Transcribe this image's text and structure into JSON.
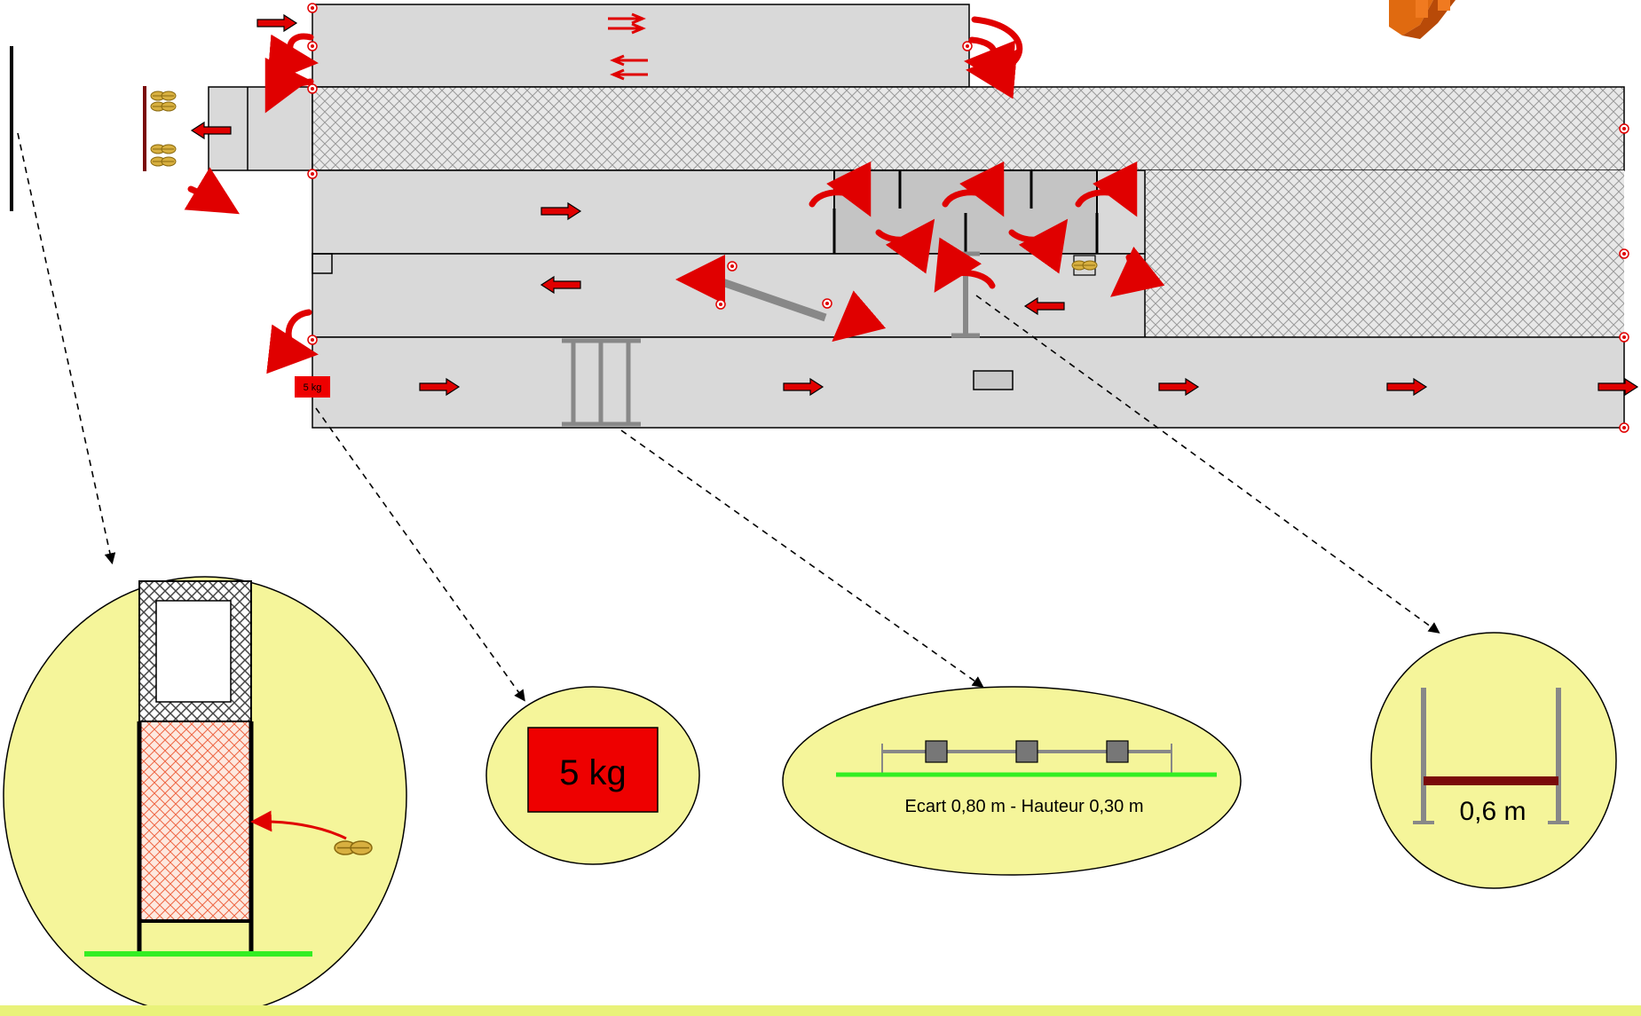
{
  "labels": {
    "start_weight": "5 kg",
    "weight_detail": "5 kg",
    "hurdles_detail": "Ecart 0,80 m - Hauteur 0,30 m",
    "bar_detail": "0,6 m"
  },
  "colors": {
    "lane_fill": "#d9d9d9",
    "net_fill": "#e6e6e6",
    "arrow": "#e00000",
    "detail_fill": "#f5f59a",
    "ground": "#33ee22",
    "weight_red": "#ee0000",
    "post_gray": "#888888",
    "bar_brown": "#7a0a0a",
    "bottom_band": "#e9f27a"
  },
  "icons": [
    "arrow-right-icon",
    "arrow-left-icon",
    "u-turn-arrow-icon",
    "target-marker-icon",
    "rope-ball-icon",
    "hurdle-icon",
    "logo-icon"
  ]
}
